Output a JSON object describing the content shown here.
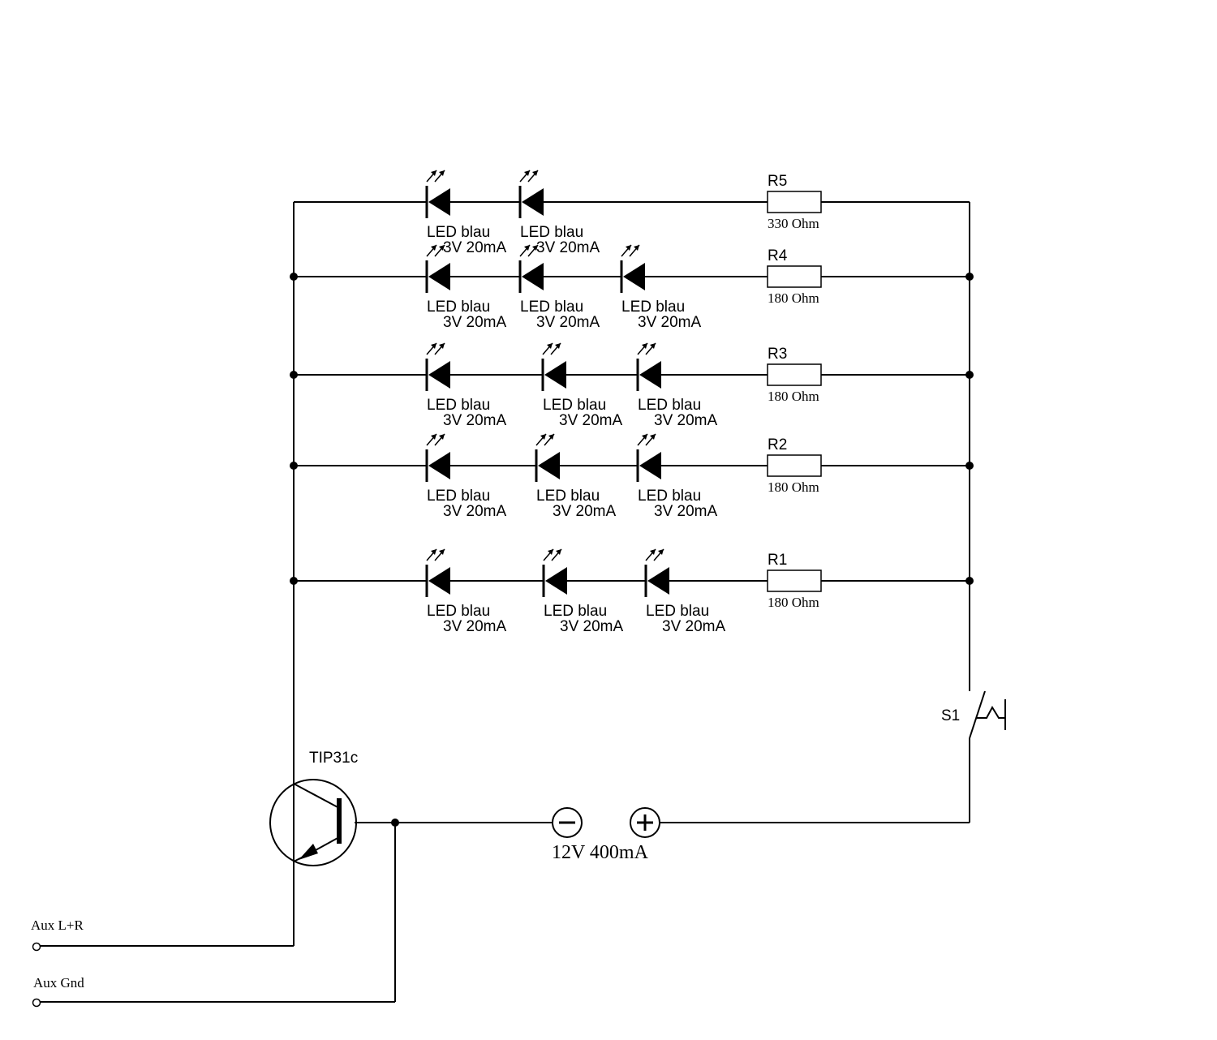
{
  "rows": [
    {
      "resistor": {
        "name": "R5",
        "value": "330  Ohm"
      },
      "leds": [
        {
          "name": "LED blau",
          "rating": "3V 20mA"
        },
        {
          "name": "LED blau",
          "rating": "3V 20mA"
        }
      ]
    },
    {
      "resistor": {
        "name": "R4",
        "value": "180  Ohm"
      },
      "leds": [
        {
          "name": "LED blau",
          "rating": "3V 20mA"
        },
        {
          "name": "LED blau",
          "rating": "3V 20mA"
        },
        {
          "name": "LED blau",
          "rating": "3V 20mA"
        }
      ]
    },
    {
      "resistor": {
        "name": "R3",
        "value": "180  Ohm"
      },
      "leds": [
        {
          "name": "LED blau",
          "rating": "3V 20mA"
        },
        {
          "name": "LED blau",
          "rating": "3V 20mA"
        },
        {
          "name": "LED blau",
          "rating": "3V 20mA"
        }
      ]
    },
    {
      "resistor": {
        "name": "R2",
        "value": "180  Ohm"
      },
      "leds": [
        {
          "name": "LED blau",
          "rating": "3V 20mA"
        },
        {
          "name": "LED blau",
          "rating": "3V 20mA"
        },
        {
          "name": "LED blau",
          "rating": "3V 20mA"
        }
      ]
    },
    {
      "resistor": {
        "name": "R1",
        "value": "180  Ohm"
      },
      "leds": [
        {
          "name": "LED blau",
          "rating": "3V 20mA"
        },
        {
          "name": "LED blau",
          "rating": "3V 20mA"
        },
        {
          "name": "LED blau",
          "rating": "3V 20mA"
        }
      ]
    }
  ],
  "switch": {
    "label": "S1"
  },
  "transistor": {
    "label": "TIP31c"
  },
  "power": {
    "label": "12V  400mA"
  },
  "terminals": {
    "aux_lr": "Aux  L+R",
    "aux_gnd": "Aux  Gnd"
  }
}
